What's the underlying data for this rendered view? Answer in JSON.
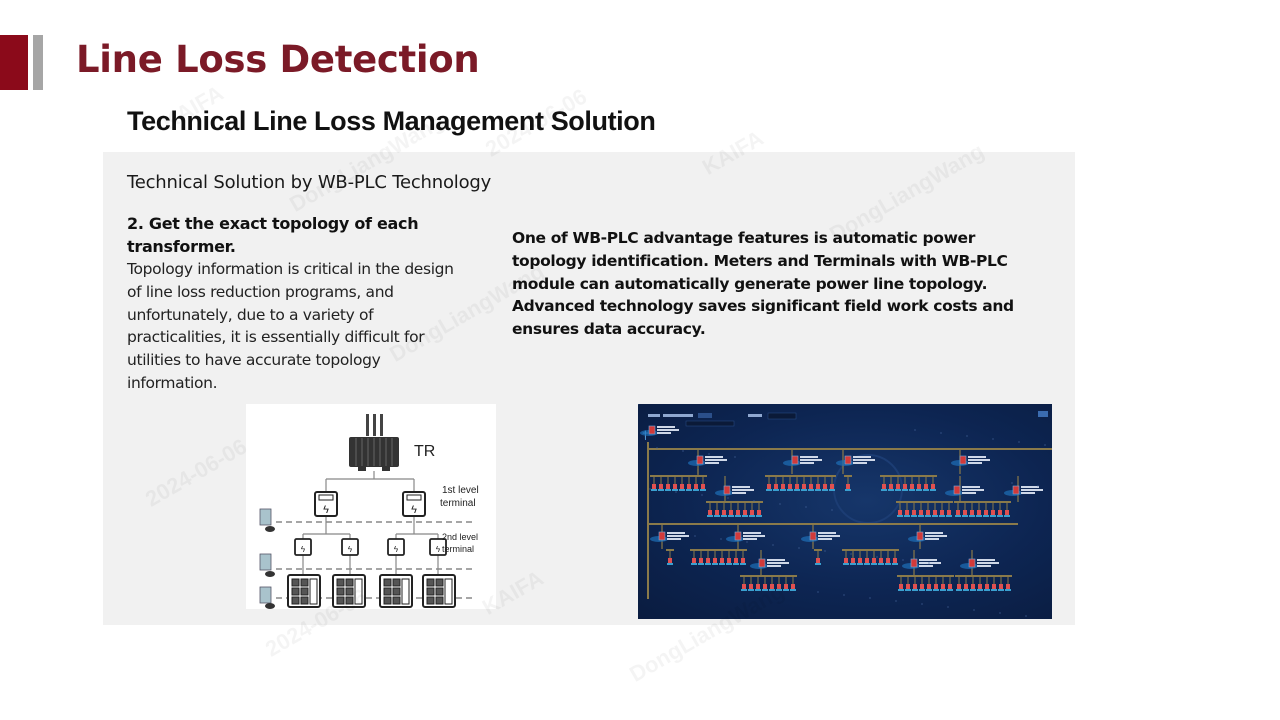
{
  "slide": {
    "title": "Line Loss Detection",
    "subtitle": "Technical Line Loss Management Solution",
    "accent_color": "#8b0a1a",
    "title_color": "#7b1a27"
  },
  "panel": {
    "heading": "Technical Solution by WB-PLC Technology",
    "left": {
      "point_title": "2. Get the exact topology of each transformer.",
      "body": "Topology information is critical in the design of line loss reduction programs, and unfortunately, due to a variety of practicalities, it is essentially difficult for utilities to have accurate topology information."
    },
    "right": {
      "body": "One of WB-PLC advantage features is automatic power topology identification. Meters and Terminals with WB-PLC module can automatically generate power line topology. Advanced technology saves significant field work costs and ensures data accuracy."
    }
  },
  "topology_diagram": {
    "transformer_label": "TR",
    "level1_label_line1": "1st level",
    "level1_label_line2": "terminal",
    "level2_label_line1": "2nd level",
    "level2_label_line2": "terminal",
    "level1_terminals": 2,
    "level2_terminals": 4,
    "meter_boxes": 4
  },
  "topology_screenshot": {
    "description": "WB-PLC auto-generated power line topology view",
    "theme_color": "#0d2552",
    "bus_color": "#8a7a4a"
  },
  "watermark": {
    "texts": [
      "KAIFA",
      "DongLiangWang",
      "2024-06-06"
    ]
  }
}
